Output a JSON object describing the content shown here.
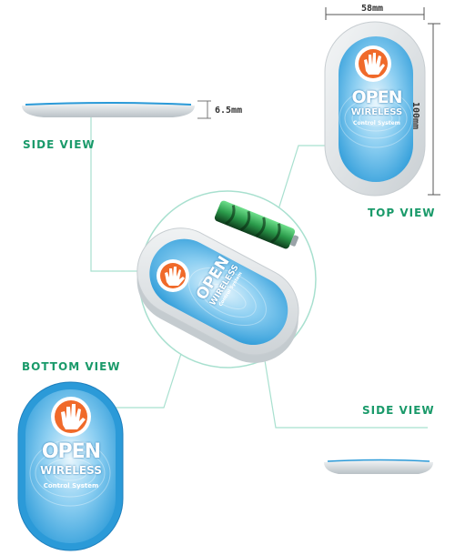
{
  "labels": {
    "side_view_top": "SIDE VIEW",
    "top_view": "TOP VIEW",
    "bottom_view": "BOTTOM VIEW",
    "side_view_bottom": "SIDE VIEW"
  },
  "dimensions": {
    "width": "58mm",
    "height": "100mm",
    "thickness": "6.5mm"
  },
  "device": {
    "title": "OPEN",
    "subtitle": "WIRELESS",
    "tagline": "Control System",
    "tagline_short": "Control System"
  },
  "colors": {
    "label_green": "#1a9a6a",
    "device_blue": "#2b9ad8",
    "device_gray": "#dfe3e5",
    "logo_orange": "#f06a2a",
    "battery_green": "#2a9a4a"
  },
  "icons": {
    "hand": "hand-icon",
    "battery": "battery-icon"
  }
}
